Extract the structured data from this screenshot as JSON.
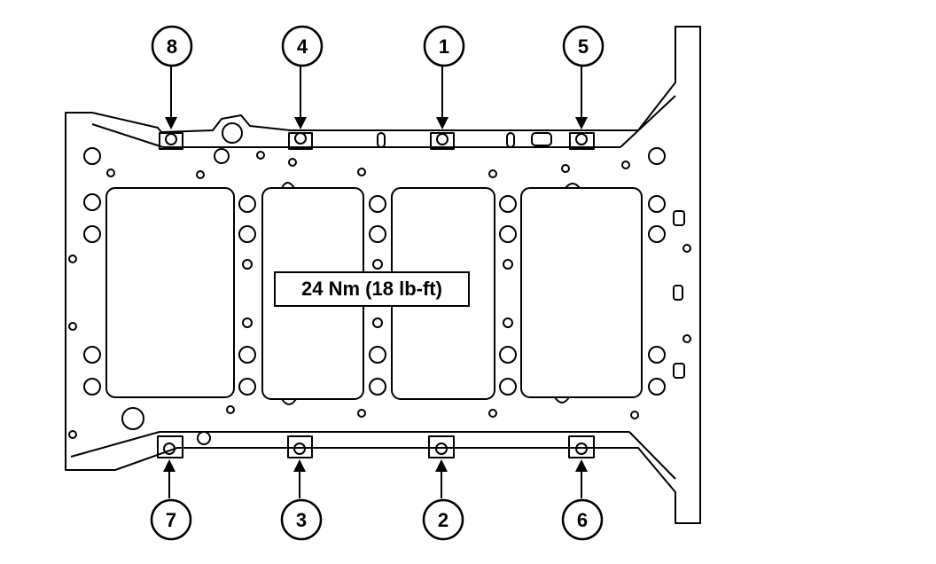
{
  "torque_spec": "24 Nm (18 lb-ft)",
  "bolt_sequence": {
    "top": [
      "8",
      "4",
      "1",
      "5"
    ],
    "bottom": [
      "7",
      "3",
      "2",
      "6"
    ]
  }
}
